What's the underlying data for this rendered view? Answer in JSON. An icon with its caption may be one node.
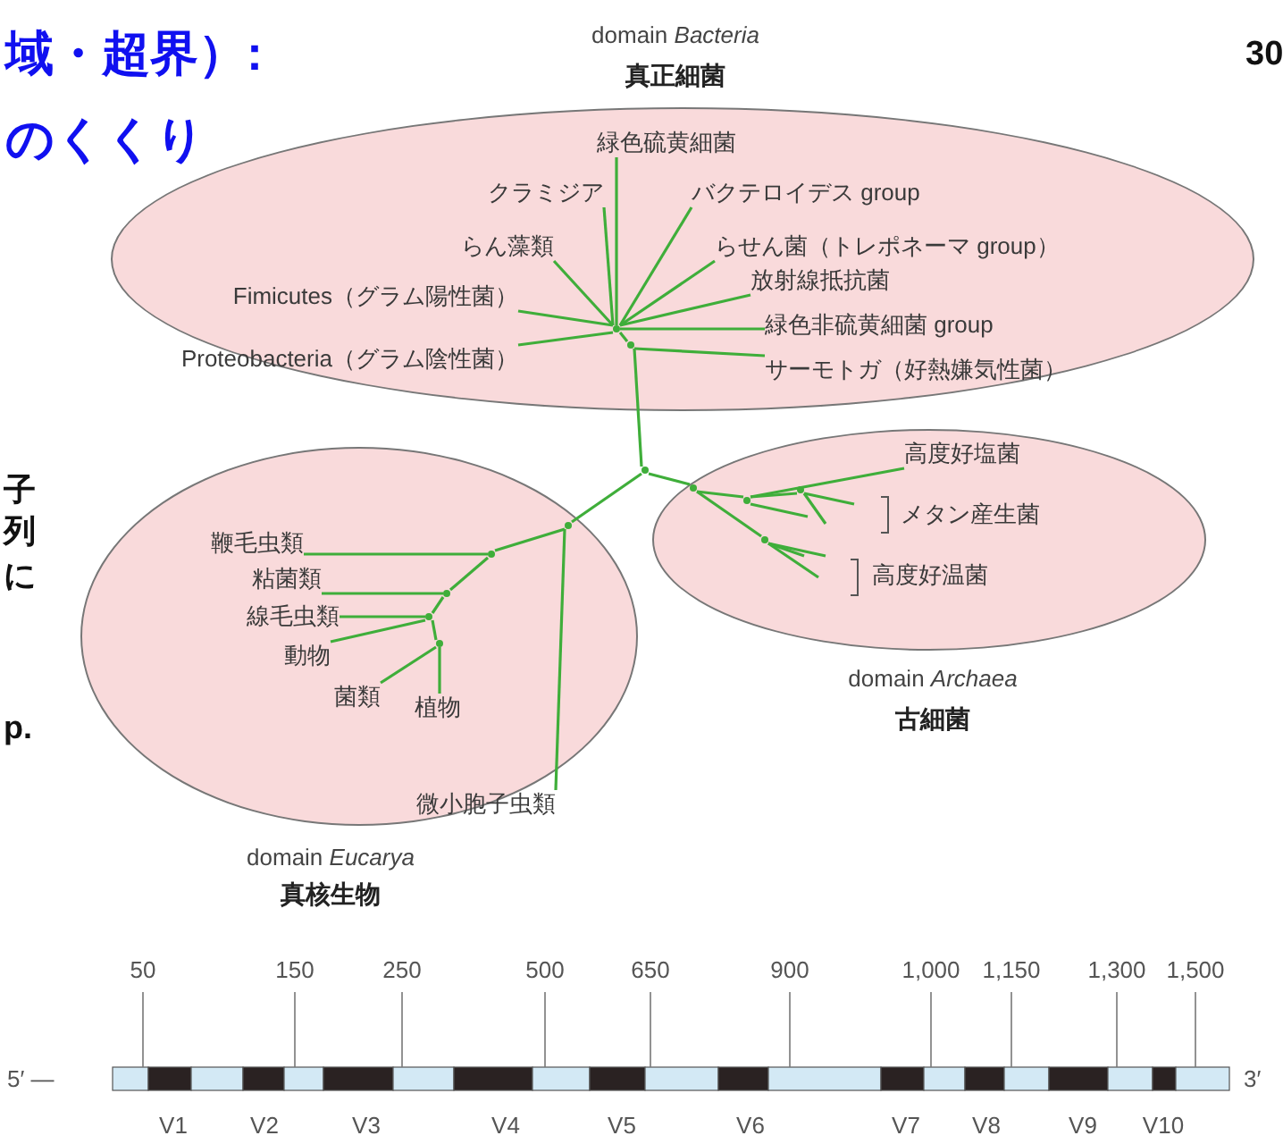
{
  "diagram": {
    "nodes": [
      {
        "text": [
          "domain *Bacteria*",
          "真正細菌"
        ]
      },
      {
        "text": [
          "緑色硫黄細菌"
        ],
        "in": 0
      },
      {
        "text": [
          "クラミジア"
        ],
        "in": 0
      },
      {
        "text": [
          "バクテロイデス group"
        ],
        "in": 0
      },
      {
        "text": [
          "らん藻類"
        ],
        "in": 0
      },
      {
        "text": [
          "らせん菌（トレポネーマ group）"
        ],
        "in": 0
      },
      {
        "text": [
          "放射線抵抗菌"
        ],
        "in": 0
      },
      {
        "text": [
          "緑色非硫黄細菌 group"
        ],
        "in": 0
      },
      {
        "text": [
          "Fimicutes（グラム陽性菌）"
        ],
        "in": 0
      },
      {
        "text": [
          "Proteobacteria（グラム陰性菌）"
        ],
        "in": 0
      },
      {
        "text": [
          "サーモトガ（好熱嫌気性菌）"
        ],
        "in": 0
      },
      {
        "text": [
          "domain *Eucarya*",
          "真核生物"
        ]
      },
      {
        "text": [
          "鞭毛虫類"
        ],
        "in": 11
      },
      {
        "text": [
          "粘菌類"
        ],
        "in": 11
      },
      {
        "text": [
          "線毛虫類"
        ],
        "in": 11
      },
      {
        "text": [
          "動物"
        ],
        "in": 11
      },
      {
        "text": [
          "菌類"
        ],
        "in": 11
      },
      {
        "text": [
          "植物"
        ],
        "in": 11
      },
      {
        "text": [
          "微小胞子虫類"
        ],
        "in": 11
      },
      {
        "text": [
          "domain *Archaea*",
          "古細菌"
        ]
      },
      {
        "text": [
          "高度好塩菌"
        ],
        "in": 19
      },
      {
        "text": [
          "メタン産生菌"
        ],
        "in": 19
      },
      {
        "text": [
          "高度好温菌"
        ],
        "in": 19
      },
      {
        "text": [],
        "shape": "point",
        "in": 0
      },
      {
        "text": [],
        "shape": "point",
        "in": 0
      },
      {
        "text": [],
        "shape": "point"
      },
      {
        "text": [],
        "shape": "point",
        "in": 11
      },
      {
        "text": [],
        "shape": "point",
        "in": 11
      },
      {
        "text": [],
        "shape": "point",
        "in": 11
      },
      {
        "text": [],
        "shape": "point",
        "in": 11
      },
      {
        "text": [],
        "shape": "point",
        "in": 11
      },
      {
        "text": [],
        "shape": "point",
        "in": 19
      },
      {
        "text": [],
        "shape": "point",
        "in": 19
      },
      {
        "text": [],
        "shape": "point",
        "in": 19
      },
      {
        "text": [],
        "shape": "point",
        "in": 19
      }
    ],
    "edges": [
      {
        "from": 23,
        "to": 1,
        "arrow": "none"
      },
      {
        "from": 23,
        "to": 2,
        "arrow": "none"
      },
      {
        "from": 23,
        "to": 3,
        "arrow": "none"
      },
      {
        "from": 23,
        "to": 4,
        "arrow": "none"
      },
      {
        "from": 23,
        "to": 5,
        "arrow": "none"
      },
      {
        "from": 23,
        "to": 6,
        "arrow": "none"
      },
      {
        "from": 23,
        "to": 7,
        "arrow": "none"
      },
      {
        "from": 23,
        "to": 8,
        "arrow": "none"
      },
      {
        "from": 23,
        "to": 9,
        "arrow": "none"
      },
      {
        "from": 23,
        "to": 24,
        "arrow": "none"
      },
      {
        "from": 24,
        "to": 10,
        "arrow": "none"
      },
      {
        "from": 24,
        "to": 25,
        "arrow": "none"
      },
      {
        "from": 25,
        "to": 26,
        "arrow": "none"
      },
      {
        "from": 26,
        "to": 18,
        "arrow": "none"
      },
      {
        "from": 26,
        "to": 27,
        "arrow": "none"
      },
      {
        "from": 27,
        "to": 12,
        "arrow": "none"
      },
      {
        "from": 27,
        "to": 28,
        "arrow": "none"
      },
      {
        "from": 28,
        "to": 13,
        "arrow": "none"
      },
      {
        "from": 28,
        "to": 29,
        "arrow": "none"
      },
      {
        "from": 29,
        "to": 14,
        "arrow": "none"
      },
      {
        "from": 29,
        "to": 15,
        "arrow": "none"
      },
      {
        "from": 29,
        "to": 30,
        "arrow": "none"
      },
      {
        "from": 30,
        "to": 16,
        "arrow": "none"
      },
      {
        "from": 30,
        "to": 17,
        "arrow": "none"
      },
      {
        "from": 25,
        "to": 31,
        "arrow": "none"
      },
      {
        "from": 31,
        "to": 32,
        "arrow": "none"
      },
      {
        "from": 32,
        "to": 20,
        "arrow": "none"
      },
      {
        "from": 32,
        "to": 33,
        "arrow": "none"
      },
      {
        "from": 33,
        "to": null,
        "arrow": "none"
      },
      {
        "from": 33,
        "to": null,
        "arrow": "none"
      },
      {
        "from": 32,
        "to": null,
        "arrow": "none"
      },
      {
        "from": 31,
        "to": 34,
        "arrow": "none"
      },
      {
        "from": 34,
        "to": null,
        "arrow": "none"
      },
      {
        "from": 34,
        "to": null,
        "arrow": "none"
      },
      {
        "from": 34,
        "to": null,
        "arrow": "none"
      }
    ],
    "labels": [
      "域・超界）:",
      "30",
      "のくくり",
      "子",
      "列",
      "に",
      "p.",
      "50",
      "150",
      "250",
      "500",
      "650",
      "900",
      "1,000",
      "1,150",
      "1,300",
      "1,500",
      "5′ —",
      "3′",
      "V1",
      "V2",
      "V3",
      "V4",
      "V5",
      "V6",
      "V7",
      "V8",
      "V9",
      "V10"
    ]
  }
}
